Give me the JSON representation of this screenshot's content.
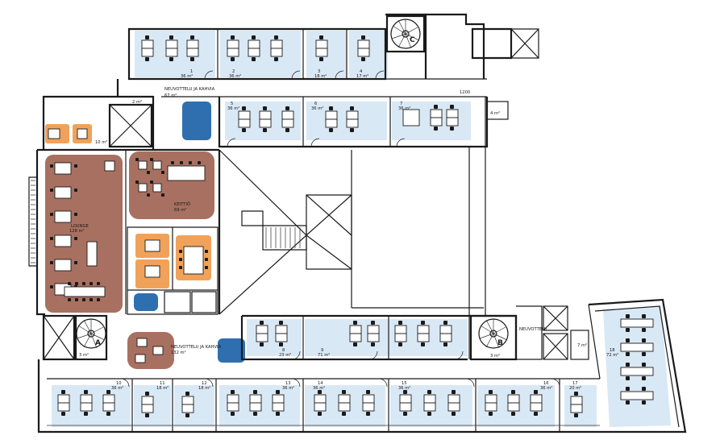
{
  "rooms": [
    {
      "id": "r1",
      "number": "1",
      "area": "36 m²"
    },
    {
      "id": "r2",
      "number": "2",
      "area": "36 m²"
    },
    {
      "id": "r3",
      "number": "3",
      "area": "18 m²"
    },
    {
      "id": "r4",
      "number": "4",
      "area": "17 m²"
    },
    {
      "id": "r5",
      "number": "5",
      "area": "36 m²"
    },
    {
      "id": "r6",
      "number": "6",
      "area": "36 m²"
    },
    {
      "id": "r7",
      "number": "7",
      "area": "36 m²"
    },
    {
      "id": "r8",
      "number": "8",
      "area": "23 m²"
    },
    {
      "id": "r9",
      "number": "9",
      "area": "71 m²"
    },
    {
      "id": "r10",
      "number": "10",
      "area": "36 m²"
    },
    {
      "id": "r11",
      "number": "11",
      "area": "18 m²"
    },
    {
      "id": "r12",
      "number": "12",
      "area": "18 m²"
    },
    {
      "id": "r13",
      "number": "13",
      "area": "36 m²"
    },
    {
      "id": "r14",
      "number": "14",
      "area": "36 m²"
    },
    {
      "id": "r15",
      "number": "15",
      "area": "36 m²"
    },
    {
      "id": "r16",
      "number": "16",
      "area": "36 m²"
    },
    {
      "id": "r17",
      "number": "17",
      "area": "20 m²"
    },
    {
      "id": "r18",
      "number": "18",
      "area": "72 m²"
    }
  ],
  "zones": {
    "lounge_name": "LOUNGE",
    "lounge_area": "128 m²",
    "kitchen_name": "KEITTIÖ",
    "kitchen_area": "69 m²",
    "lobby_top_name": "NEUVOTTELU JA KAHVIA",
    "lobby_top_area": "67 m²",
    "lobby_bottom_name": "NEUVOTTELU JA KAHVIA",
    "lobby_bottom_area": "132 m²",
    "meeting_right_name": "NEUVOTTELU",
    "meeting_right_area": "",
    "small_area_2": "2 m²",
    "small_area_10": "10 m²",
    "small_area_3a": "3 m²",
    "small_area_3b": "3 m²",
    "small_area_4": "4 m²",
    "small_area_7": "7 m²",
    "dim_1200": "1200"
  },
  "stairs": {
    "a": "A",
    "b": "B",
    "c": "C"
  },
  "colors": {
    "office": "#d9e8f5",
    "social": "#a87060",
    "meeting": "#f0a25a",
    "wc": "#2f6fb0"
  }
}
